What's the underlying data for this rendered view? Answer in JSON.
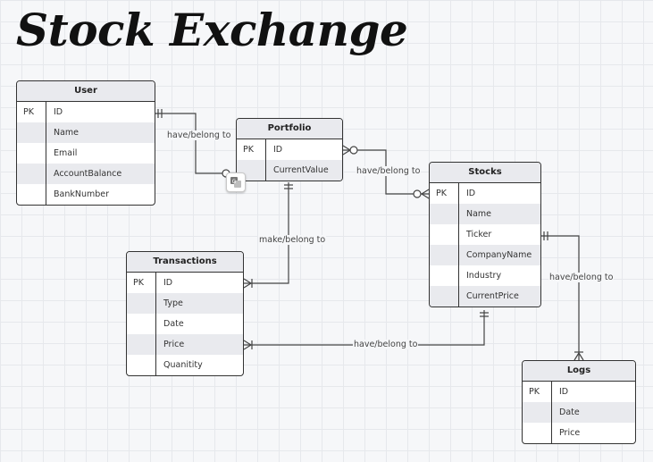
{
  "title": "Stock Exchange",
  "entities": {
    "user": {
      "name": "User",
      "rows": [
        {
          "key": "PK",
          "attr": "ID"
        },
        {
          "key": "",
          "attr": "Name"
        },
        {
          "key": "",
          "attr": "Email"
        },
        {
          "key": "",
          "attr": "AccountBalance"
        },
        {
          "key": "",
          "attr": "BankNumber"
        }
      ]
    },
    "portfolio": {
      "name": "Portfolio",
      "rows": [
        {
          "key": "PK",
          "attr": "ID"
        },
        {
          "key": "",
          "attr": "CurrentValue"
        }
      ]
    },
    "stocks": {
      "name": "Stocks",
      "rows": [
        {
          "key": "PK",
          "attr": "ID"
        },
        {
          "key": "",
          "attr": "Name"
        },
        {
          "key": "",
          "attr": "Ticker"
        },
        {
          "key": "",
          "attr": "CompanyName"
        },
        {
          "key": "",
          "attr": "Industry"
        },
        {
          "key": "",
          "attr": "CurrentPrice"
        }
      ]
    },
    "transactions": {
      "name": "Transactions",
      "rows": [
        {
          "key": "PK",
          "attr": "ID"
        },
        {
          "key": "",
          "attr": "Type"
        },
        {
          "key": "",
          "attr": "Date"
        },
        {
          "key": "",
          "attr": "Price"
        },
        {
          "key": "",
          "attr": "Quanitity"
        }
      ]
    },
    "logs": {
      "name": "Logs",
      "rows": [
        {
          "key": "PK",
          "attr": "ID"
        },
        {
          "key": "",
          "attr": "Date"
        },
        {
          "key": "",
          "attr": "Price"
        }
      ]
    }
  },
  "relationships": {
    "user_portfolio": "have/belong to",
    "portfolio_stocks": "have/belong to",
    "portfolio_transactions": "make/belong to",
    "stocks_logs": "have/belong to",
    "transactions_stocks": "have/belong to"
  },
  "icons": {
    "translate": "translate-icon"
  }
}
